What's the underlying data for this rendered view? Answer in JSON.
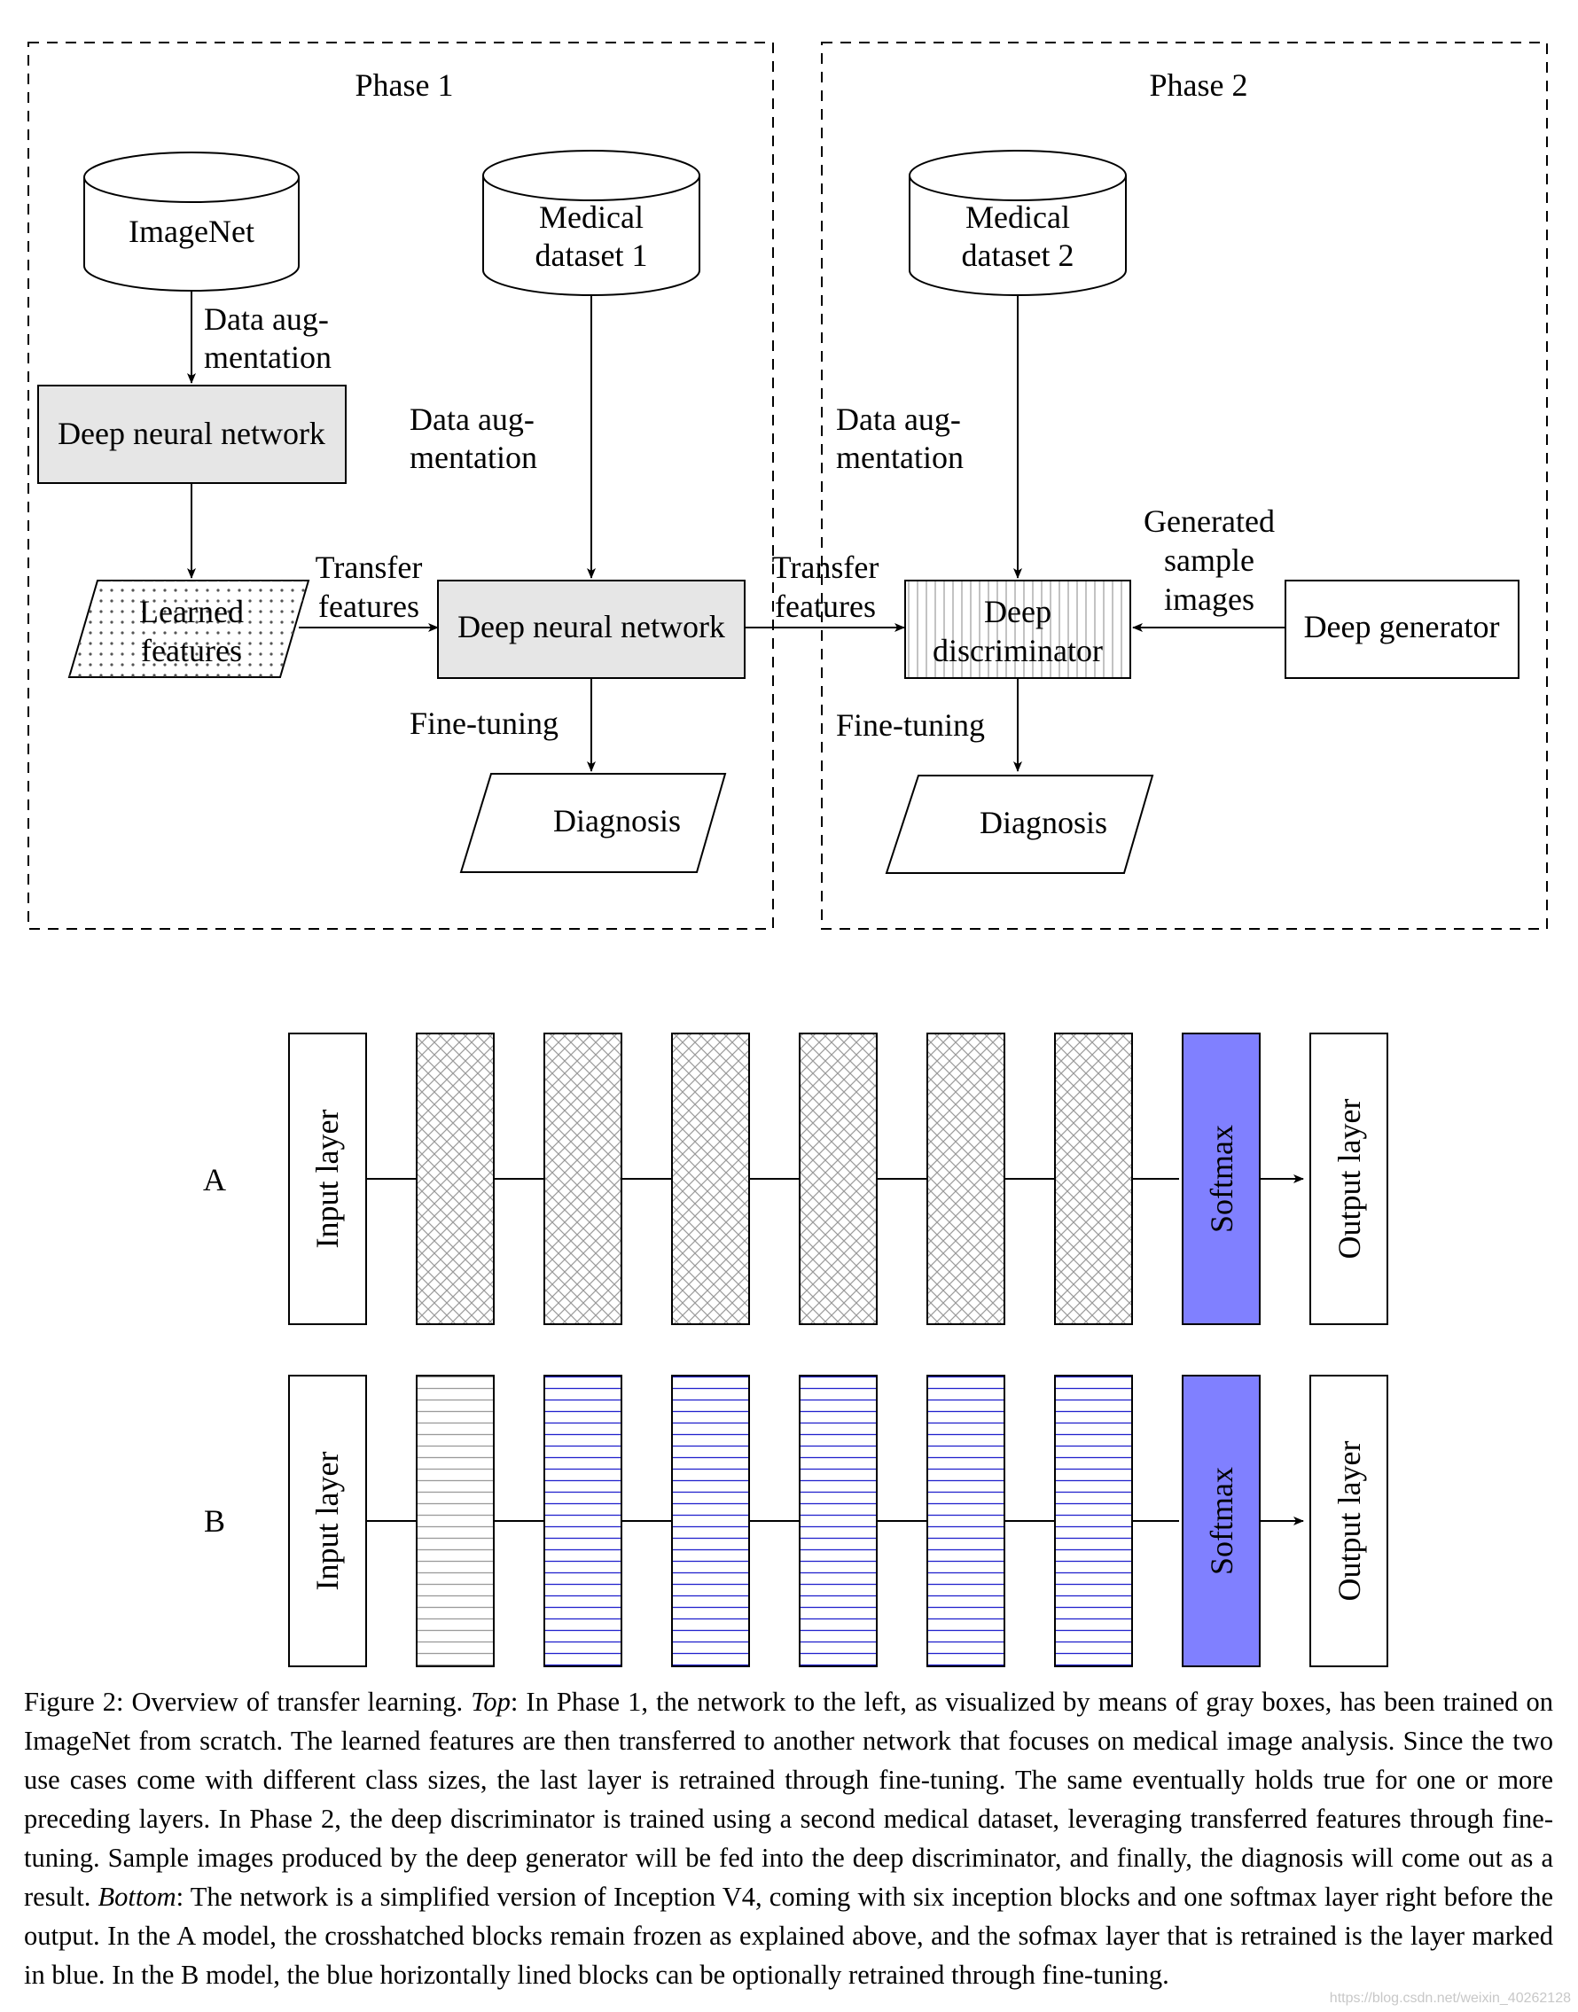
{
  "phase1": {
    "title": "Phase 1",
    "imagenet": "ImageNet",
    "aug1_line1": "Data aug-",
    "aug1_line2": "mentation",
    "dnn1": "Deep neural network",
    "learned_line1": "Learned",
    "learned_line2": "features",
    "transfer1_line1": "Transfer",
    "transfer1_line2": "features",
    "med1_line1": "Medical",
    "med1_line2": "dataset 1",
    "aug2_line1": "Data aug-",
    "aug2_line2": "mentation",
    "dnn2": "Deep neural network",
    "finetune": "Fine-tuning",
    "diagnosis": "Diagnosis"
  },
  "phase2": {
    "title": "Phase 2",
    "transfer_line1": "Transfer",
    "transfer_line2": "features",
    "med2_line1": "Medical",
    "med2_line2": "dataset 2",
    "aug_line1": "Data aug-",
    "aug_line2": "mentation",
    "disc_line1": "Deep",
    "disc_line2": "discriminator",
    "gen_line1": "Generated",
    "gen_line2": "sample",
    "gen_line3": "images",
    "generator": "Deep generator",
    "finetune": "Fine-tuning",
    "diagnosis": "Diagnosis"
  },
  "models": {
    "a_label": "A",
    "b_label": "B",
    "input_layer": "Input layer",
    "softmax": "Softmax",
    "output_layer": "Output layer"
  },
  "colors": {
    "gray_box": "#e6e6e6",
    "softmax_blue": "#8080ff",
    "line_blue": "#2222cc",
    "hatch_gray": "#9a9a9a"
  },
  "caption": {
    "prefix": "Figure 2: Overview of transfer learning. ",
    "top_label": "Top",
    "part1": ": In Phase 1, the network to the left, as visualized by means of gray boxes, has been trained on ImageNet from scratch. The learned features are then transferred to another network that focuses on medical image analysis. Since the two use cases come with different class sizes, the last layer is retrained through fine-tuning. The same eventually holds true for one or more preceding layers. In Phase 2, the deep discriminator is trained using a second medical dataset, leveraging transferred features through fine-tuning. Sample images produced by the deep generator will be fed into the deep discriminator, and finally, the diagnosis will come out as a result. ",
    "bottom_label": "Bottom",
    "part2": ": The network is a simplified version of Inception V4, coming with six inception blocks and one softmax layer right before the output. In the A model, the crosshatched blocks remain frozen as explained above, and the sofmax layer that is retrained is the layer marked in blue. In the B model, the blue horizontally lined blocks can be optionally retrained through fine-tuning."
  },
  "watermark": "https://blog.csdn.net/weixin_40262128"
}
